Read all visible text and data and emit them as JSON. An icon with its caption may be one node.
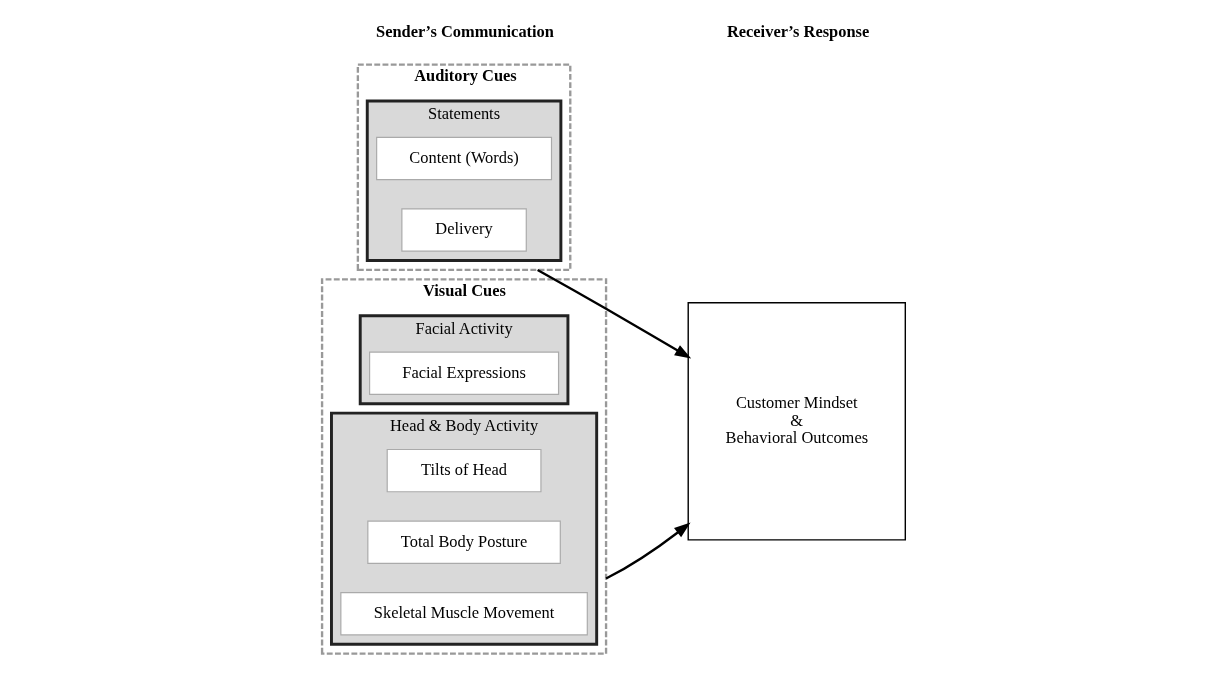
{
  "diagram": {
    "nodes": [
      {
        "text": [
          "Auditory Cues"
        ]
      },
      {
        "text": [
          "Statements"
        ],
        "in": 0
      },
      {
        "text": [
          "Content (Words)"
        ],
        "in": 1
      },
      {
        "text": [
          "Delivery"
        ],
        "in": 1
      },
      {
        "text": [
          "Visual Cues"
        ]
      },
      {
        "text": [
          "Facial Activity"
        ],
        "in": 4
      },
      {
        "text": [
          "Facial Expressions"
        ],
        "in": 5
      },
      {
        "text": [
          "Head & Body Activity"
        ],
        "in": 4
      },
      {
        "text": [
          "Tilts of Head"
        ],
        "in": 7
      },
      {
        "text": [
          "Total Body Posture"
        ],
        "in": 7
      },
      {
        "text": [
          "Skeletal Muscle Movement"
        ],
        "in": 7
      },
      {
        "text": [
          "Customer Mindset",
          "&",
          "Behavioral Outcomes"
        ]
      }
    ],
    "edges": [
      {
        "from": 0,
        "to": 11,
        "arrow": "to"
      },
      {
        "from": 4,
        "to": 11,
        "arrow": "to"
      }
    ],
    "labels": [
      "Sender’s Communication",
      "Receiver’s Response"
    ]
  }
}
